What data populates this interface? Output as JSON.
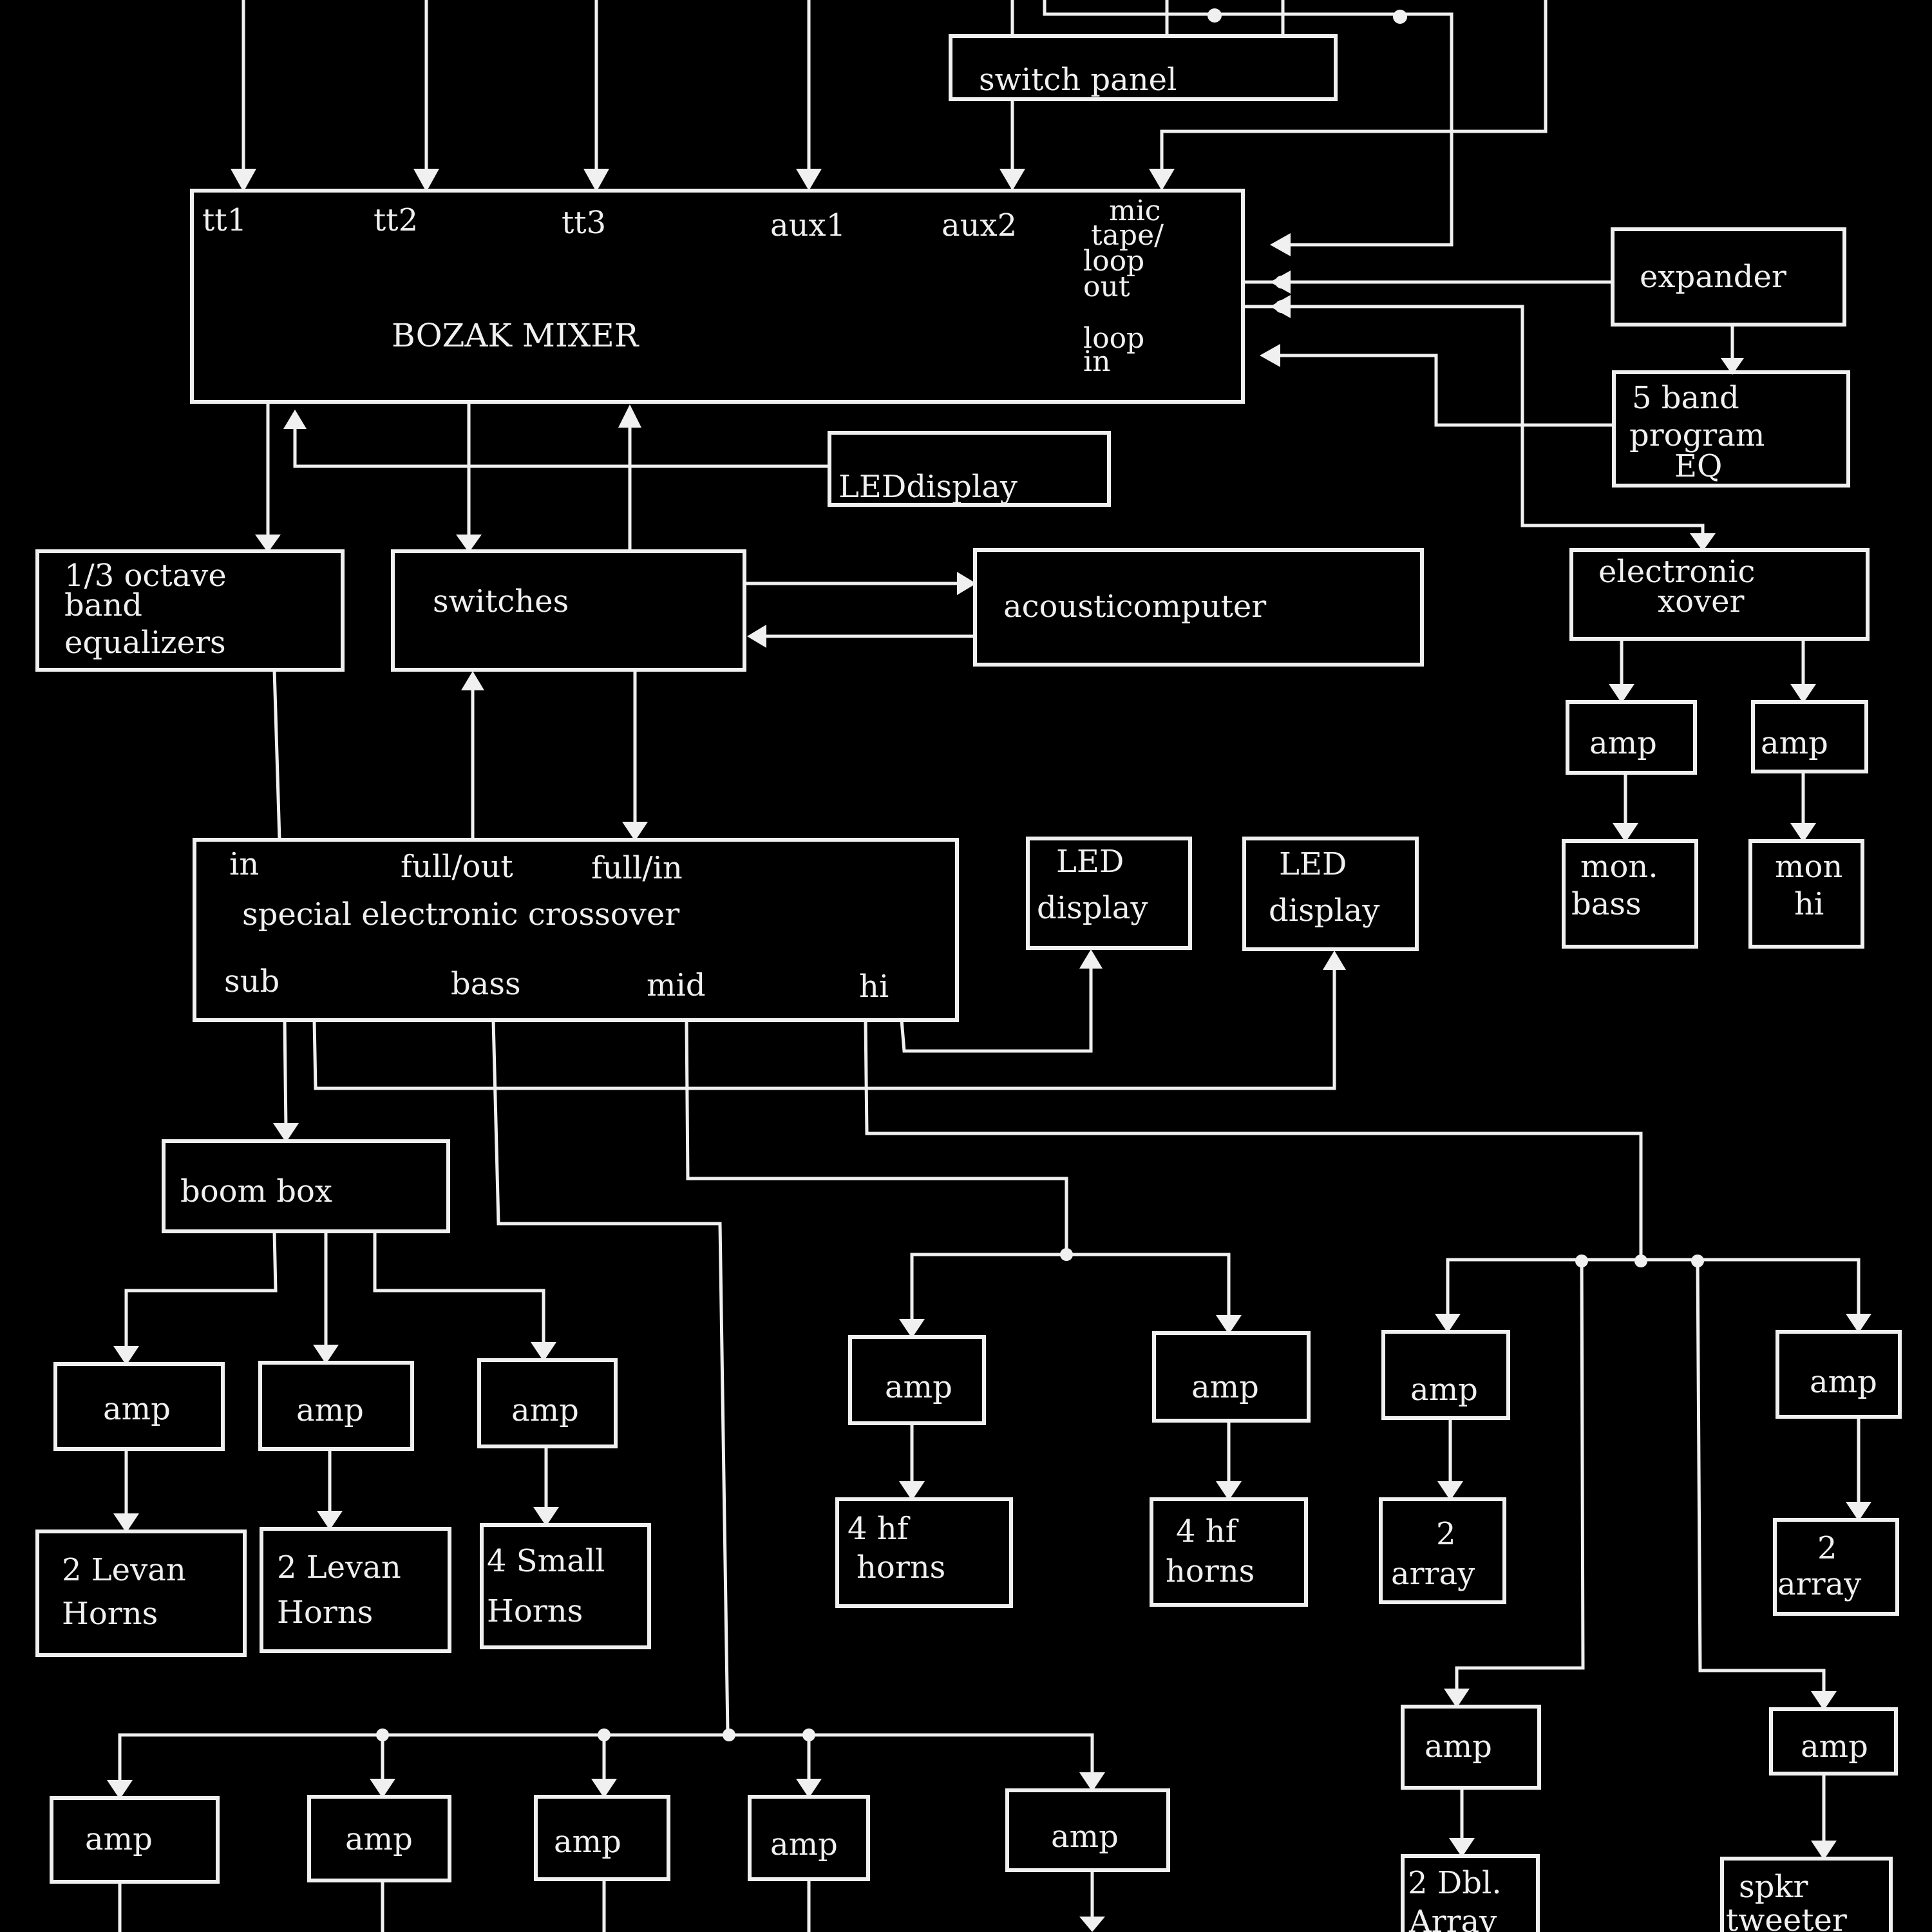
{
  "mixer": {
    "title": "BOZAK MIXER",
    "inputs": {
      "tt1": "tt1",
      "tt2": "tt2",
      "tt3": "tt3",
      "aux1": "aux1",
      "aux2": "aux2"
    },
    "mic": "mic",
    "tape_loop_out": [
      "tape/",
      "loop",
      "out"
    ],
    "loop_in": [
      "loop",
      "in"
    ]
  },
  "switch_panel": "switch panel",
  "led_display_top": "LEDdisplay",
  "expander": "expander",
  "program_eq": [
    "5  band",
    "program",
    "EQ"
  ],
  "eq_third_octave": [
    "1/3 octave",
    "band",
    "equalizers"
  ],
  "switches": "switches",
  "acousticomputer": "acousticomputer",
  "electronic_xover": [
    "electronic",
    "xover"
  ],
  "monitor": {
    "amp": "amp",
    "bass": [
      "mon.",
      "bass"
    ],
    "hi": [
      "mon",
      "hi"
    ]
  },
  "crossover": {
    "title": "special electronic crossover",
    "in": "in",
    "full_out": "full/out",
    "full_in": "full/in",
    "sub": "sub",
    "bass": "bass",
    "mid": "mid",
    "hi": "hi"
  },
  "led_display": [
    "LED",
    "display"
  ],
  "boom_box": "boom box",
  "amp": "amp",
  "speakers": {
    "levan": [
      "2  Levan",
      "Horns"
    ],
    "small_horns": [
      "4 Small",
      "Horns"
    ],
    "hf_horns": [
      "4  hf",
      "horns"
    ],
    "array": [
      "2",
      "array"
    ],
    "dbl_array": [
      "2 Dbl.",
      "Array"
    ],
    "tweeter": [
      "spkr",
      "tweeter"
    ]
  }
}
